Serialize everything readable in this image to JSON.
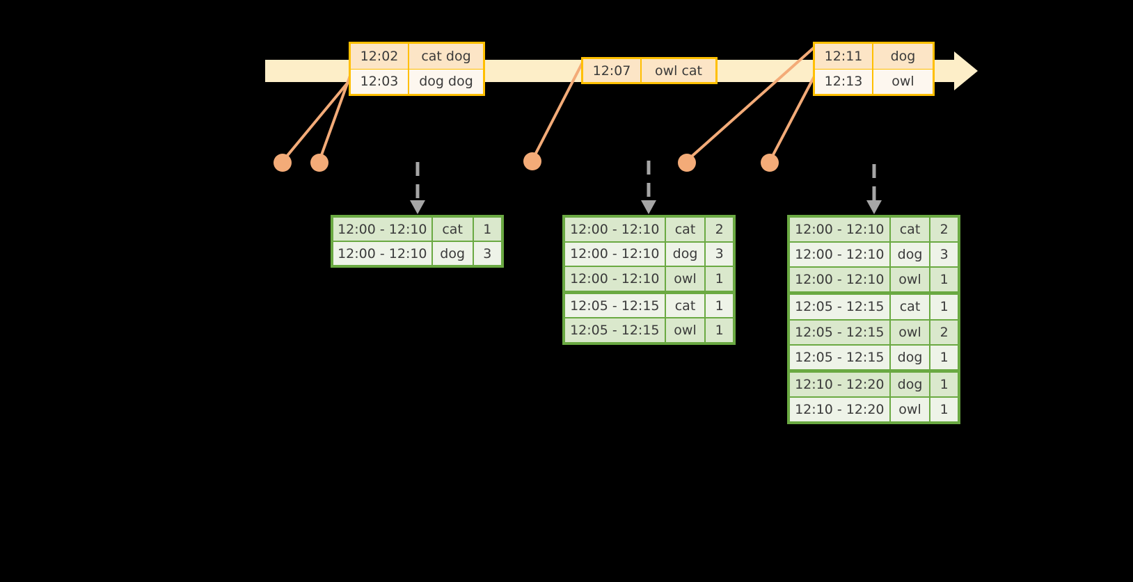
{
  "colors": {
    "background": "#000000",
    "timeline_fill": "#fdeec8",
    "event_border": "#ffbf00",
    "event_fill_light": "#fdf7ef",
    "event_fill_shade": "#fce5c6",
    "table_border": "#6aa942",
    "table_row_light": "#eef3e8",
    "table_row_shade": "#dae8cc",
    "connector": "#f3ab78",
    "arrow_gray": "#a6a6a6"
  },
  "timeline": {
    "name": "event-stream-timeline",
    "arrow_direction": "right"
  },
  "events": [
    {
      "name": "event-box-1",
      "rows": [
        {
          "time": "12:02",
          "value": "cat dog"
        },
        {
          "time": "12:03",
          "value": "dog dog"
        }
      ]
    },
    {
      "name": "event-box-2",
      "rows": [
        {
          "time": "12:07",
          "value": "owl cat"
        }
      ]
    },
    {
      "name": "event-box-3",
      "rows": [
        {
          "time": "12:11",
          "value": "dog"
        },
        {
          "time": "12:13",
          "value": "owl"
        }
      ]
    }
  ],
  "connectors": [
    {
      "name": "connector-dot-1"
    },
    {
      "name": "connector-dot-2"
    },
    {
      "name": "connector-dot-3"
    },
    {
      "name": "connector-dot-4"
    },
    {
      "name": "connector-dot-5"
    }
  ],
  "tables": [
    {
      "name": "result-table-1",
      "rows": [
        {
          "window": "12:00 - 12:10",
          "key": "cat",
          "count": "1",
          "group_end": false
        },
        {
          "window": "12:00 - 12:10",
          "key": "dog",
          "count": "3",
          "group_end": false
        }
      ]
    },
    {
      "name": "result-table-2",
      "rows": [
        {
          "window": "12:00 - 12:10",
          "key": "cat",
          "count": "2",
          "group_end": false
        },
        {
          "window": "12:00 - 12:10",
          "key": "dog",
          "count": "3",
          "group_end": false
        },
        {
          "window": "12:00 - 12:10",
          "key": "owl",
          "count": "1",
          "group_end": true
        },
        {
          "window": "12:05 - 12:15",
          "key": "cat",
          "count": "1",
          "group_end": false
        },
        {
          "window": "12:05 - 12:15",
          "key": "owl",
          "count": "1",
          "group_end": false
        }
      ]
    },
    {
      "name": "result-table-3",
      "rows": [
        {
          "window": "12:00 - 12:10",
          "key": "cat",
          "count": "2",
          "group_end": false
        },
        {
          "window": "12:00 - 12:10",
          "key": "dog",
          "count": "3",
          "group_end": false
        },
        {
          "window": "12:00 - 12:10",
          "key": "owl",
          "count": "1",
          "group_end": true
        },
        {
          "window": "12:05 - 12:15",
          "key": "cat",
          "count": "1",
          "group_end": false
        },
        {
          "window": "12:05 - 12:15",
          "key": "owl",
          "count": "2",
          "group_end": false
        },
        {
          "window": "12:05 - 12:15",
          "key": "dog",
          "count": "1",
          "group_end": true
        },
        {
          "window": "12:10 - 12:20",
          "key": "dog",
          "count": "1",
          "group_end": false
        },
        {
          "window": "12:10 - 12:20",
          "key": "owl",
          "count": "1",
          "group_end": false
        }
      ]
    }
  ]
}
